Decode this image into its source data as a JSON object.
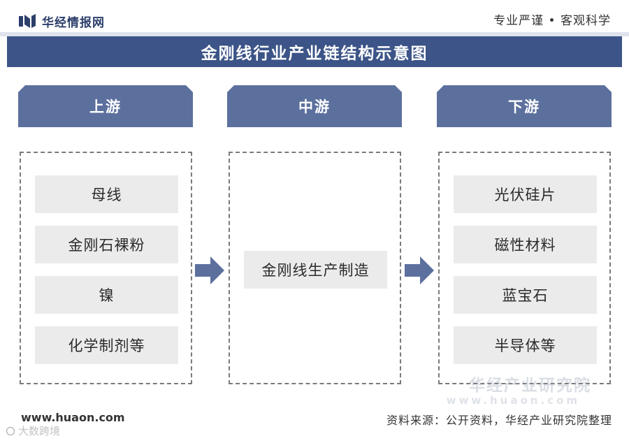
{
  "header": {
    "logo_text": "华经情报网",
    "tagline": "专业严谨 • 客观科学"
  },
  "title": "金刚线行业产业链结构示意图",
  "stages": [
    {
      "label": "上游",
      "items": [
        "母线",
        "金刚石裸粉",
        "镍",
        "化学制剂等"
      ]
    },
    {
      "label": "中游",
      "items": [
        "金刚线生产制造"
      ]
    },
    {
      "label": "下游",
      "items": [
        "光伏硅片",
        "磁性材料",
        "蓝宝石",
        "半导体等"
      ]
    }
  ],
  "footer": {
    "url": "www.huaon.com",
    "source": "资料来源：公开资料，华经产业研究院整理"
  },
  "watermark": {
    "main": "华经产业研究院",
    "sub": "www.huaon.com",
    "corner": "大数跨境"
  },
  "colors": {
    "title_band": "#3c5487",
    "stage_head": "#5c709e",
    "item_bg": "#ebebeb",
    "arrow": "#5c709e"
  }
}
